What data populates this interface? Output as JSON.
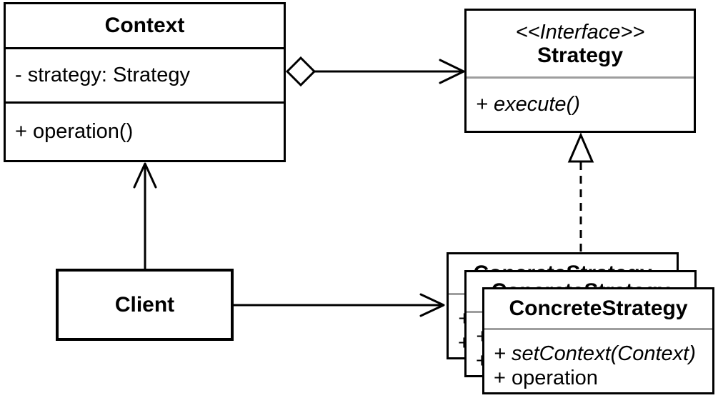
{
  "classes": {
    "context": {
      "name": "Context",
      "attributes": [
        "- strategy: Strategy"
      ],
      "operations": [
        "+ operation()"
      ]
    },
    "strategy": {
      "stereotype": "<<Interface>>",
      "name": "Strategy",
      "operations": [
        "+ execute()"
      ]
    },
    "client": {
      "name": "Client"
    },
    "concrete_strategy": {
      "name": "ConcreteStrategy",
      "operations": [
        "+ setContext(Context)",
        "+ operation"
      ],
      "stack_count": 3
    }
  },
  "relationships": [
    {
      "name": "context-to-strategy",
      "type": "aggregation",
      "marker_start": "hollow-diamond",
      "marker_end": "open-arrow",
      "line": "solid"
    },
    {
      "name": "client-to-context",
      "type": "association",
      "marker_end": "open-arrow",
      "line": "solid"
    },
    {
      "name": "client-to-concrete-strategy",
      "type": "association",
      "marker_end": "open-arrow",
      "line": "solid"
    },
    {
      "name": "concrete-strategy-to-strategy",
      "type": "realization",
      "marker_end": "hollow-triangle",
      "line": "dashed"
    }
  ],
  "colors": {
    "line": "#000000",
    "divider_gray": "#9e9e9e",
    "background": "#ffffff"
  }
}
